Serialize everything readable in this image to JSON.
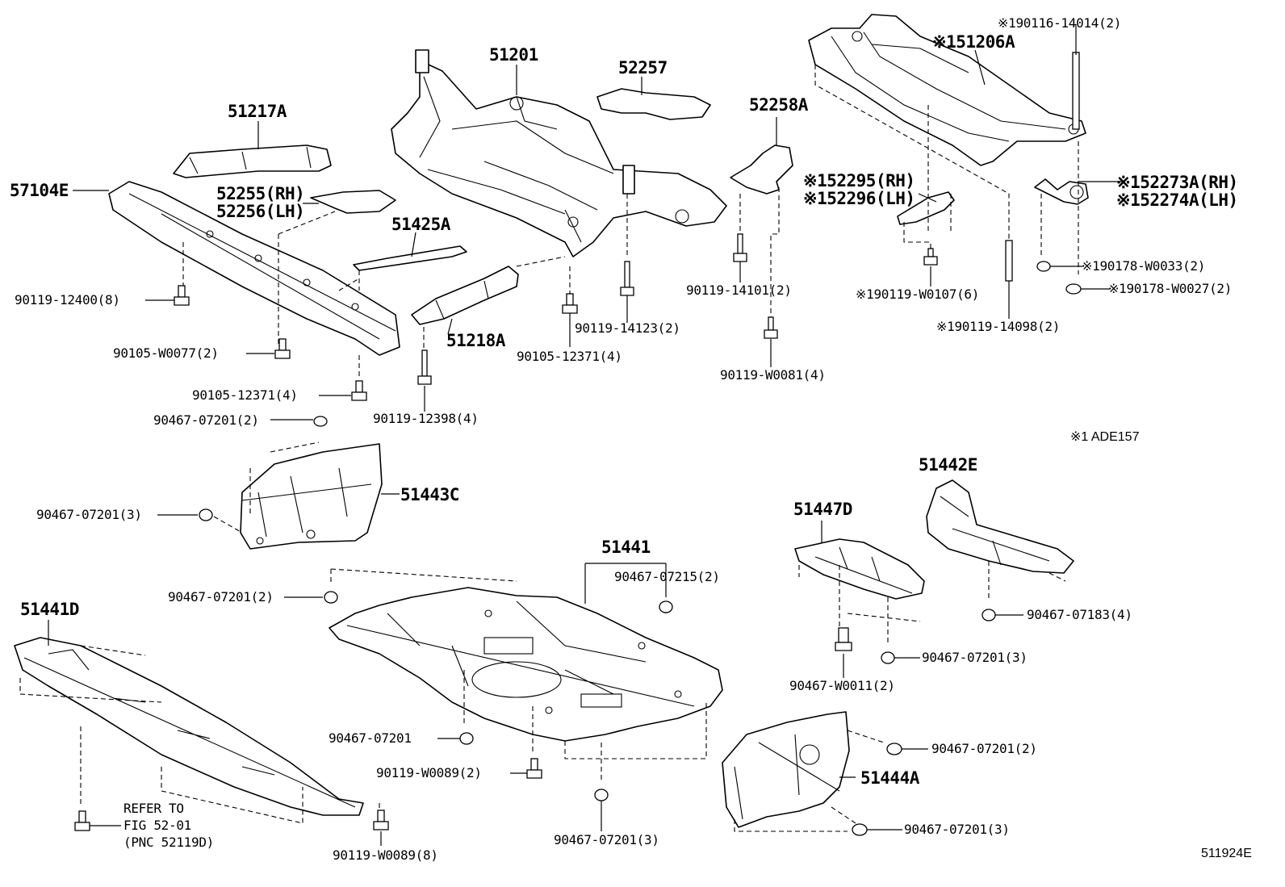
{
  "diagram": {
    "labels": {
      "p51201": "51201",
      "p52257": "52257",
      "p51217A": "51217A",
      "p57104E": "57104E",
      "p52255": "52255(RH)",
      "p52256": "52256(LH)",
      "p51425A": "51425A",
      "p51218A": "51218A",
      "p52258A": "52258A",
      "p151206A": "※151206A",
      "p190116": "※190116-14014(2)",
      "p152295": "※152295(RH)",
      "p152296": "※152296(LH)",
      "p152273A": "※152273A(RH)",
      "p152274A": "※152274A(LH)",
      "p190178_33": "※190178-W0033(2)",
      "p190178_27": "※190178-W0027(2)",
      "p190119_107": "※190119-W0107(6)",
      "p190119_14098": "※190119-14098(2)",
      "f90119_12400": "90119-12400(8)",
      "f90105_W0077": "90105-W0077(2)",
      "f90105_12371a": "90105-12371(4)",
      "f90119_12398": "90119-12398(4)",
      "f90119_14123": "90119-14123(2)",
      "f90105_12371b": "90105-12371(4)",
      "f90119_14101": "90119-14101(2)",
      "f90119_W0081": "90119-W0081(4)",
      "f90467_07201_2a": "90467-07201(2)",
      "p51443C": "51443C",
      "f90467_07201_3a": "90467-07201(3)",
      "note_ade": "※1 ADE157",
      "p51442E": "51442E",
      "p51447D": "51447D",
      "p51441": "51441",
      "f90467_07215": "90467-07215(2)",
      "f90467_07201_2b": "90467-07201(2)",
      "p51441D": "51441D",
      "f90467_07183": "90467-07183(4)",
      "f90467_07201_3b": "90467-07201(3)",
      "f90467_W0011": "90467-W0011(2)",
      "f90467_07201": "90467-07201",
      "f90119_W0089_2": "90119-W0089(2)",
      "f90467_07201_2c": "90467-07201(2)",
      "p51444A": "51444A",
      "refer1": "REFER TO",
      "refer2": "FIG 52-01",
      "refer3": "(PNC 52119D)",
      "f90119_W0089_8": "90119-W0089(8)",
      "f90467_07201_3c": "90467-07201(3)",
      "f90467_07201_3d": "90467-07201(3)",
      "fig_id": "511924E"
    }
  }
}
